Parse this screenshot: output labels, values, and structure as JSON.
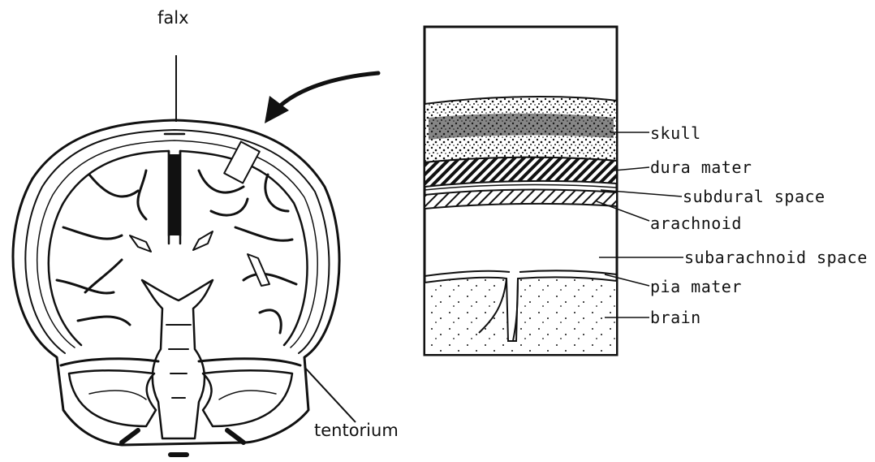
{
  "labels": {
    "falx": "falx",
    "tentorium": "tentorium",
    "skull": "skull",
    "dura_mater": "dura mater",
    "subdural_space": "subdural space",
    "arachnoid": "arachnoid",
    "subarachnoid_space": "subarachnoid space",
    "pia_mater": "pia mater",
    "brain": "brain"
  },
  "colors": {
    "ink": "#111111",
    "background": "#ffffff"
  }
}
